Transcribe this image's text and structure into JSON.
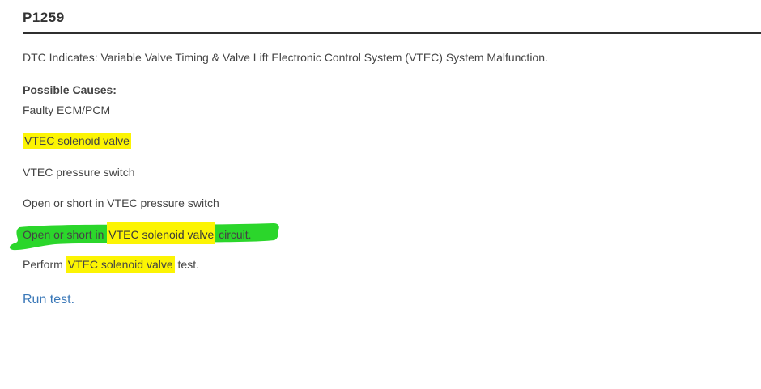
{
  "page": {
    "title": "P1259",
    "dtc_line": "DTC Indicates: Variable Valve Timing & Valve Lift Electronic Control System (VTEC) System Malfunction.",
    "possible_causes_label": "Possible Causes:",
    "causes": {
      "faulty_ecm": "Faulty ECM/PCM",
      "vtec_solenoid_valve": "VTEC solenoid valve",
      "vtec_pressure_switch": "VTEC pressure switch",
      "open_short_pressure": "Open or short in VTEC pressure switch",
      "open_short_solenoid_prefix": "Open or short in ",
      "open_short_solenoid_highlight": "VTEC solenoid valve",
      "open_short_solenoid_suffix": " circuit."
    },
    "perform": {
      "prefix": "Perform ",
      "highlight": "VTEC solenoid valve",
      "suffix": " test."
    },
    "run_test_label": "Run test.",
    "colors": {
      "highlight_yellow": "#fcf403",
      "marker_green": "#2bd62b",
      "link_blue": "#3a78b8",
      "body_text": "#444444",
      "title_text": "#333333",
      "rule": "#2f2f2f"
    }
  }
}
